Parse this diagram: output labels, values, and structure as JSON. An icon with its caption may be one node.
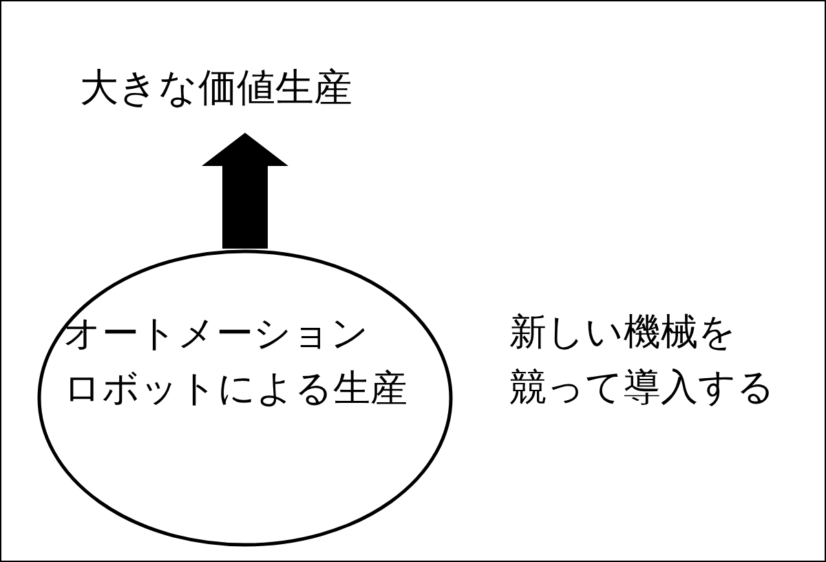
{
  "diagram": {
    "nodes": [
      {
        "text": [
          "オートメーションロボットによる生産"
        ]
      },
      {
        "text": [
          "大きな価値生産"
        ]
      }
    ],
    "edges": [
      {
        "from": 0,
        "to": 1,
        "arrow": "to",
        "style": "thick"
      }
    ],
    "labels": [
      "新しい機械を競って導入する"
    ]
  }
}
